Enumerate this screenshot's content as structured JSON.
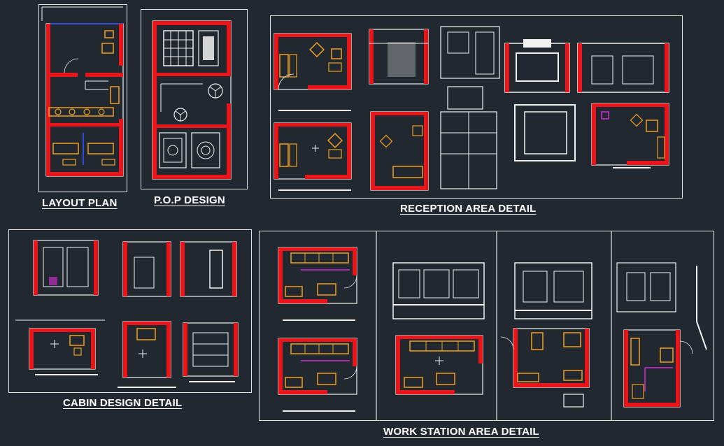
{
  "drawing": {
    "background": "#212830",
    "colors": {
      "wall": "#e8161b",
      "line": "#f2f2f2",
      "furniture": "#f0a020",
      "accent_blue": "#2f4bd8",
      "accent_magenta": "#d62fd6",
      "frame": "#e6e6e6"
    }
  },
  "sections": {
    "layout_plan": {
      "caption": "LAYOUT PLAN"
    },
    "pop_design": {
      "caption": "P.O.P DESIGN"
    },
    "reception_area": {
      "caption": "RECEPTION AREA DETAIL"
    },
    "cabin_design": {
      "caption": "CABIN DESIGN DETAIL"
    },
    "work_station_area": {
      "caption": "WORK STATION AREA DETAIL"
    }
  }
}
